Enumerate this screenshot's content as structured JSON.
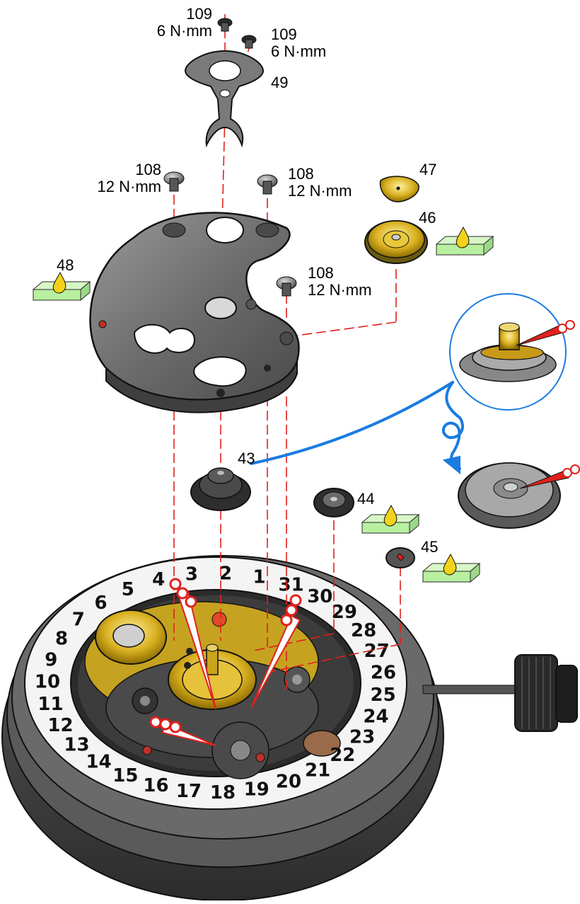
{
  "diagram": {
    "callouts": [
      {
        "id": "c109a",
        "part": "109",
        "torque": "6 N·mm"
      },
      {
        "id": "c109b",
        "part": "109",
        "torque": "6 N·mm"
      },
      {
        "id": "c49",
        "part": "49",
        "torque": ""
      },
      {
        "id": "c108a",
        "part": "108",
        "torque": "12 N·mm"
      },
      {
        "id": "c108b",
        "part": "108",
        "torque": "12 N·mm"
      },
      {
        "id": "c108c",
        "part": "108",
        "torque": "12 N·mm"
      },
      {
        "id": "c47",
        "part": "47",
        "torque": ""
      },
      {
        "id": "c46",
        "part": "46",
        "torque": ""
      },
      {
        "id": "c48",
        "part": "48",
        "torque": ""
      },
      {
        "id": "c43",
        "part": "43",
        "torque": ""
      },
      {
        "id": "c44",
        "part": "44",
        "torque": ""
      },
      {
        "id": "c45",
        "part": "45",
        "torque": ""
      }
    ],
    "date_ring_numbers": [
      "1",
      "2",
      "3",
      "4",
      "5",
      "6",
      "7",
      "8",
      "9",
      "10",
      "11",
      "12",
      "13",
      "14",
      "15",
      "16",
      "17",
      "18",
      "19",
      "20",
      "21",
      "22",
      "23",
      "24",
      "25",
      "26",
      "27",
      "28",
      "29",
      "30",
      "31"
    ],
    "colors": {
      "guide_line": "#e0211d",
      "blue_arrow": "#1a7be0",
      "oil_pad": "#b8f0a0",
      "oil_drop": "#f2d21a",
      "gold": "#d9b020",
      "steel": "#8a8a8a",
      "dark_steel": "#3a3a3a"
    },
    "icons": [
      "oil-drop-icon",
      "oiler-icon",
      "magnifier-circle-icon",
      "blue-arrow-icon"
    ]
  }
}
